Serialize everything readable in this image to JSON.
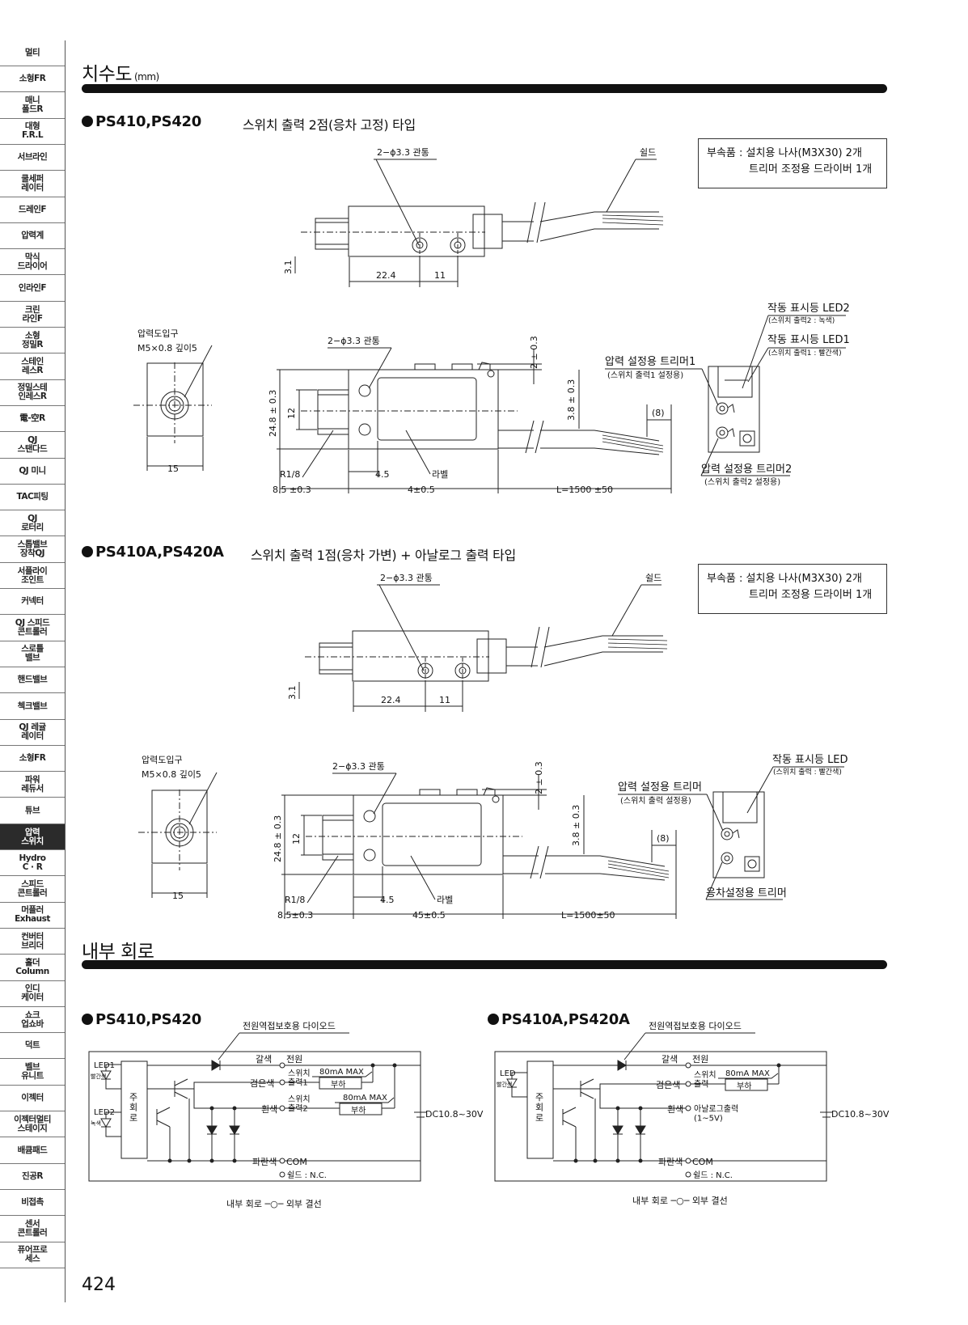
{
  "sidebar": {
    "items": [
      {
        "label": "멀티",
        "active": false
      },
      {
        "label": "소형FR",
        "active": false
      },
      {
        "label": "매니\n폴드R",
        "active": false
      },
      {
        "label": "대형\nF.R.L",
        "active": false
      },
      {
        "label": "서브라인",
        "active": false
      },
      {
        "label": "쿨세퍼\n레이터",
        "active": false
      },
      {
        "label": "드레인F",
        "active": false
      },
      {
        "label": "압력계",
        "active": false
      },
      {
        "label": "막식\n드라이어",
        "active": false
      },
      {
        "label": "인라인F",
        "active": false
      },
      {
        "label": "크린\n라인F",
        "active": false
      },
      {
        "label": "소형\n정밀R",
        "active": false
      },
      {
        "label": "스테인\n레스R",
        "active": false
      },
      {
        "label": "정밀스테\n인레스R",
        "active": false
      },
      {
        "label": "電-空R",
        "active": false
      },
      {
        "label": "QJ\n스탠다드",
        "active": false
      },
      {
        "label": "QJ 미니",
        "active": false
      },
      {
        "label": "TAC피팅",
        "active": false
      },
      {
        "label": "QJ\n로터리",
        "active": false
      },
      {
        "label": "스톱밸브\n장착QJ",
        "active": false
      },
      {
        "label": "서플라이\n조인트",
        "active": false
      },
      {
        "label": "커넥터",
        "active": false
      },
      {
        "label": "QJ 스피드\n콘트롤러",
        "active": false
      },
      {
        "label": "스로틀\n밸브",
        "active": false
      },
      {
        "label": "핸드밸브",
        "active": false
      },
      {
        "label": "첵크밸브",
        "active": false
      },
      {
        "label": "QJ 레귤\n레이터",
        "active": false
      },
      {
        "label": "소형FR",
        "active": false
      },
      {
        "label": "파워\n레듀서",
        "active": false
      },
      {
        "label": "튜브",
        "active": false
      },
      {
        "label": "압력\n스위치",
        "active": true
      },
      {
        "label": "Hydro\nC · R",
        "active": false
      },
      {
        "label": "스피드\n콘트롤러",
        "active": false
      },
      {
        "label": "머플러\nExhaust",
        "active": false
      },
      {
        "label": "컨버터\n브리더",
        "active": false
      },
      {
        "label": "홀더\nColumn",
        "active": false
      },
      {
        "label": "인디\n케이터",
        "active": false
      },
      {
        "label": "쇼크\n업쇼바",
        "active": false
      },
      {
        "label": "덕트",
        "active": false
      },
      {
        "label": "벨브\n유니트",
        "active": false
      },
      {
        "label": "이젝터",
        "active": false
      },
      {
        "label": "이젝터멀티\n스테이지",
        "active": false
      },
      {
        "label": "배큠패드",
        "active": false
      },
      {
        "label": "진공R",
        "active": false
      },
      {
        "label": "비접촉",
        "active": false
      },
      {
        "label": "센서\n콘트롤러",
        "active": false
      },
      {
        "label": "퓨어프로\n세스",
        "active": false
      }
    ]
  },
  "dimensions": {
    "title": "치수도",
    "unit": "(mm)",
    "model1": "PS410,PS420",
    "model1_subtitle": "스위치 출력 2점(응차 고정) 타입",
    "model2": "PS410A,PS420A",
    "model2_subtitle": "스위치 출력 1점(응차 가변) + 아날로그 출력 타입",
    "accessory_line1": "부속품 : 설치용 나사(M3X30) 2개",
    "accessory_line2": "트리머 조정용 드라이버 1개",
    "labels": {
      "hole": "2−ϕ3.3 관통",
      "shield": "쉴드",
      "d_3_1": "3.1",
      "d_22_4": "22.4",
      "d_11": "11",
      "inlet": "압력도입구",
      "inlet_spec": "M5×0.8 깊이5",
      "d_15": "15",
      "d_24_8": "24.8 ± 0.3",
      "d_12": "12",
      "r18": "R1/8",
      "d_4_5": "4.5",
      "label": "라벨",
      "d_8_5": "8.5 ±0.3",
      "d_8_5b": "8.5±0.3",
      "d_4": "4±0.5",
      "d_45": "45±0.5",
      "d_L": "L=1500 ±50",
      "d_Lb": "L=1500±50",
      "d_2": "2 ± 0.3",
      "d_3_8": "3.8 ± 0.3",
      "d_8": "(8)",
      "led2": "작동 표시등 LED2",
      "led2_sub": "(스위치 출력2 : 녹색)",
      "led1": "작동 표시등 LED1",
      "led1_sub": "(스위치 출력1 : 빨간색)",
      "trim1": "압력 설정용 트리머1",
      "trim1_sub": "(스위치 출력1 설정용)",
      "trim2": "압력 설정용 트리머2",
      "trim2_sub": "(스위치 출력2 설정용)",
      "led": "작동 표시등 LED",
      "led_sub": "(스위치 출력 : 빨간색)",
      "trim": "압력 설정용 트리머",
      "trim_sub": "(스위치 출력 설정용)",
      "hyst_trim": "응차설정용 트리머"
    }
  },
  "circuit": {
    "title": "내부 회로",
    "model1": "PS410,PS420",
    "model2": "PS410A,PS420A",
    "labels": {
      "diode": "전원역접보호용 다이오드",
      "brown": "갈색",
      "power": "전원",
      "black": "검은색",
      "sw_out1": "스위치\n출력1",
      "sw_out": "스위치\n출력",
      "white": "흰색",
      "sw_out2": "스위치\n출력2",
      "analog": "아날로그출력\n(1~5V)",
      "blue": "파란색",
      "com": "COM",
      "shield_nc": "쉴드 : N.C.",
      "current": "80mA  MAX",
      "load": "부하",
      "supply": "DC10.8~30V",
      "led1": "LED1",
      "led2": "LED2",
      "led": "LED",
      "red": "빨간색",
      "green": "녹색",
      "main_circuit": "주\n회\n로",
      "legend": "내부 회로 ─○─ 외부 결선"
    }
  },
  "page_number": "424"
}
